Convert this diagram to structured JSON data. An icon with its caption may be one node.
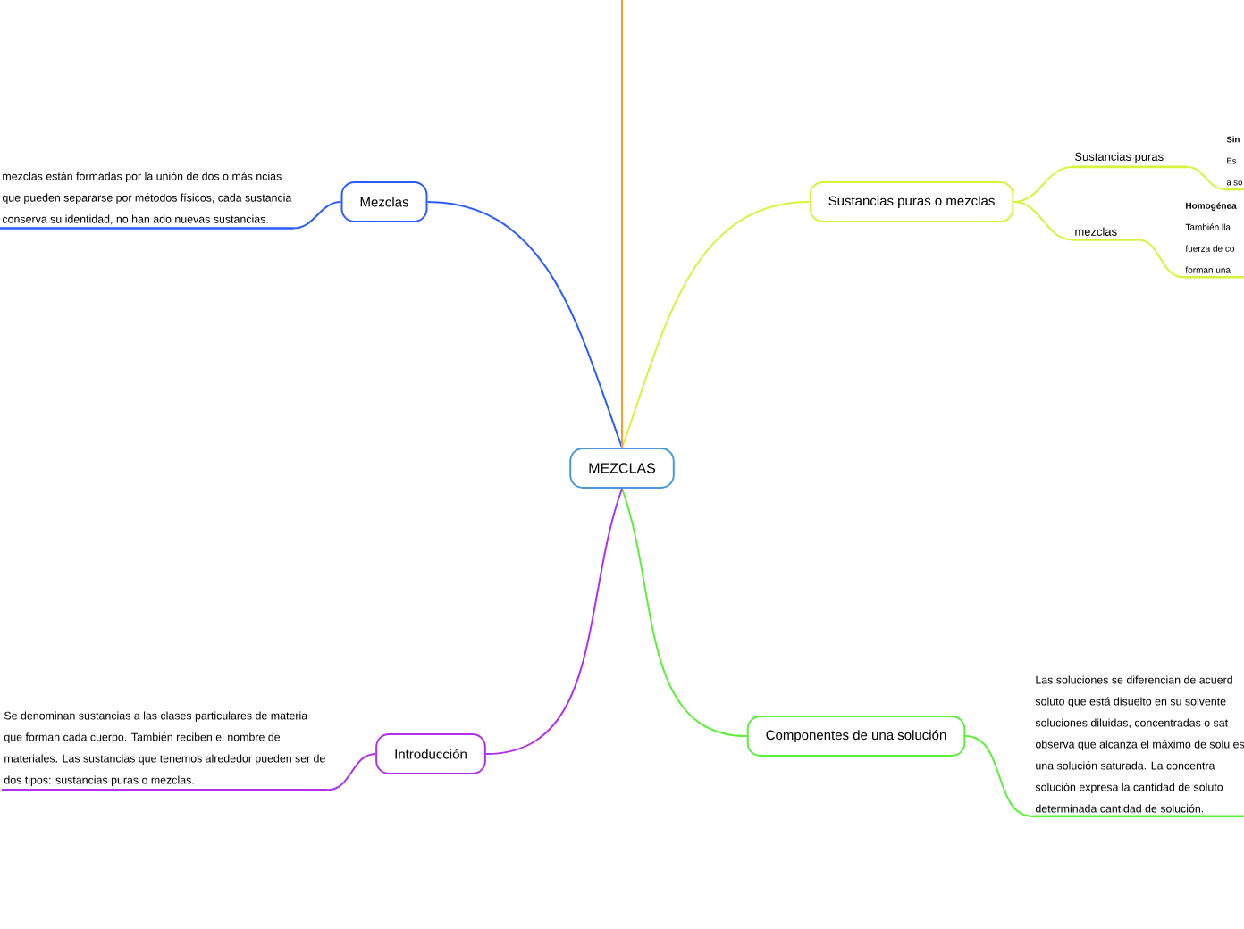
{
  "diagram": {
    "nodes": [
      {
        "text": [
          "MEZCLAS"
        ]
      },
      {
        "text": [
          "Mezclas"
        ]
      },
      {
        "text": [
          "Sustancias puras o mezclas"
        ]
      },
      {
        "text": [
          "Componentes de una solución"
        ]
      },
      {
        "text": [
          "Introducción"
        ]
      },
      {
        "text": [
          "mezclas están formadas por la unión de dos o más ncias que pueden separarse por métodos físicos, cada sustancia conserva su identidad, no han ado nuevas sustancias."
        ]
      },
      {
        "text": [
          "Sustancias puras"
        ]
      },
      {
        "text": [
          "mezclas"
        ]
      },
      {
        "text": [
          "Sin",
          "Es a so"
        ]
      },
      {
        "text": [
          "Homogénea",
          "También lla fuerza de co forman una"
        ]
      },
      {
        "text": [
          "Las soluciones se diferencian de acuerd soluto que está disuelto en su solvente soluciones diluidas, concentradas o sat observa que alcanza el máximo de solu es una solución saturada. La concentra solución expresa la cantidad de soluto determinada cantidad de solución."
        ]
      },
      {
        "text": [
          "Se denominan sustancias a las clases particulares de materia que forman cada cuerpo. También reciben el nombre de materiales. Las sustancias que tenemos alrededor pueden ser de dos tipos: sustancias puras o mezclas."
        ]
      }
    ],
    "edges": [
      {
        "from": 0,
        "to": 1,
        "arrow": "none",
        "color": "#2a5cff"
      },
      {
        "from": 0,
        "to": 2,
        "arrow": "none",
        "color": "#d4f53c"
      },
      {
        "from": 0,
        "to": 3,
        "arrow": "none",
        "color": "#5cf03a"
      },
      {
        "from": 0,
        "to": 4,
        "arrow": "none",
        "color": "#b030f0"
      },
      {
        "from": 0,
        "to": null,
        "arrow": "none",
        "color": "#ff9a2e"
      },
      {
        "from": 1,
        "to": 5,
        "arrow": "none",
        "color": "#2a5cff"
      },
      {
        "from": 2,
        "to": 6,
        "arrow": "none",
        "color": "#d4f53c"
      },
      {
        "from": 2,
        "to": 7,
        "arrow": "none",
        "color": "#d4f53c"
      },
      {
        "from": 6,
        "to": 8,
        "arrow": "none",
        "color": "#d4f53c"
      },
      {
        "from": 7,
        "to": 9,
        "arrow": "none",
        "color": "#d4f53c"
      },
      {
        "from": 3,
        "to": 10,
        "arrow": "none",
        "color": "#5cf03a"
      },
      {
        "from": 4,
        "to": 11,
        "arrow": "none",
        "color": "#b030f0"
      }
    ]
  }
}
